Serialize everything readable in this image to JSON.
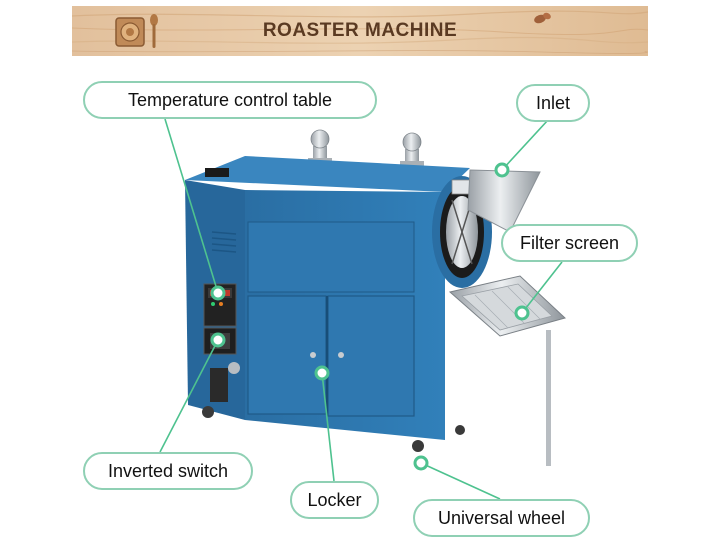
{
  "banner": {
    "title": "ROASTER MACHINE",
    "wood_color": "#e7c9a6",
    "text_color": "#5a3a22"
  },
  "machine": {
    "body_color": "#2d73a9",
    "steel_color": "#c9cdd1"
  },
  "callouts": {
    "accent_color": "#8fd0b4",
    "items": [
      {
        "id": "temperature-control-table",
        "label": "Temperature control table"
      },
      {
        "id": "inlet",
        "label": "Inlet"
      },
      {
        "id": "filter-screen",
        "label": "Filter screen"
      },
      {
        "id": "inverted-switch",
        "label": "Inverted switch"
      },
      {
        "id": "locker",
        "label": "Locker"
      },
      {
        "id": "universal-wheel",
        "label": "Universal wheel"
      }
    ]
  }
}
